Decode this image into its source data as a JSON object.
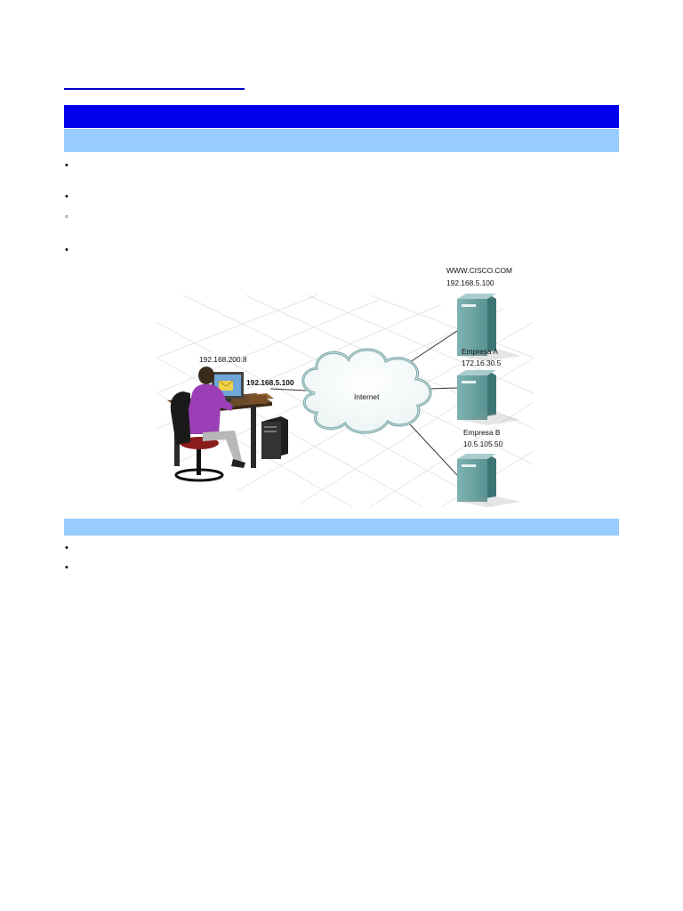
{
  "page": {
    "bullet_glyph": "•",
    "sub_bullet_glyph": "◦"
  },
  "diagram": {
    "host_ip": "192.168.200.8",
    "dest_ip": "192.168.5.100",
    "cloud_label": "Internet",
    "servers": [
      {
        "name": "WWW.CISCO.COM",
        "ip": "192.168.5.100"
      },
      {
        "name": "Empresa A",
        "ip": "172.16.30.5"
      },
      {
        "name": "Empresa B",
        "ip": "10.5.105.50"
      }
    ]
  }
}
